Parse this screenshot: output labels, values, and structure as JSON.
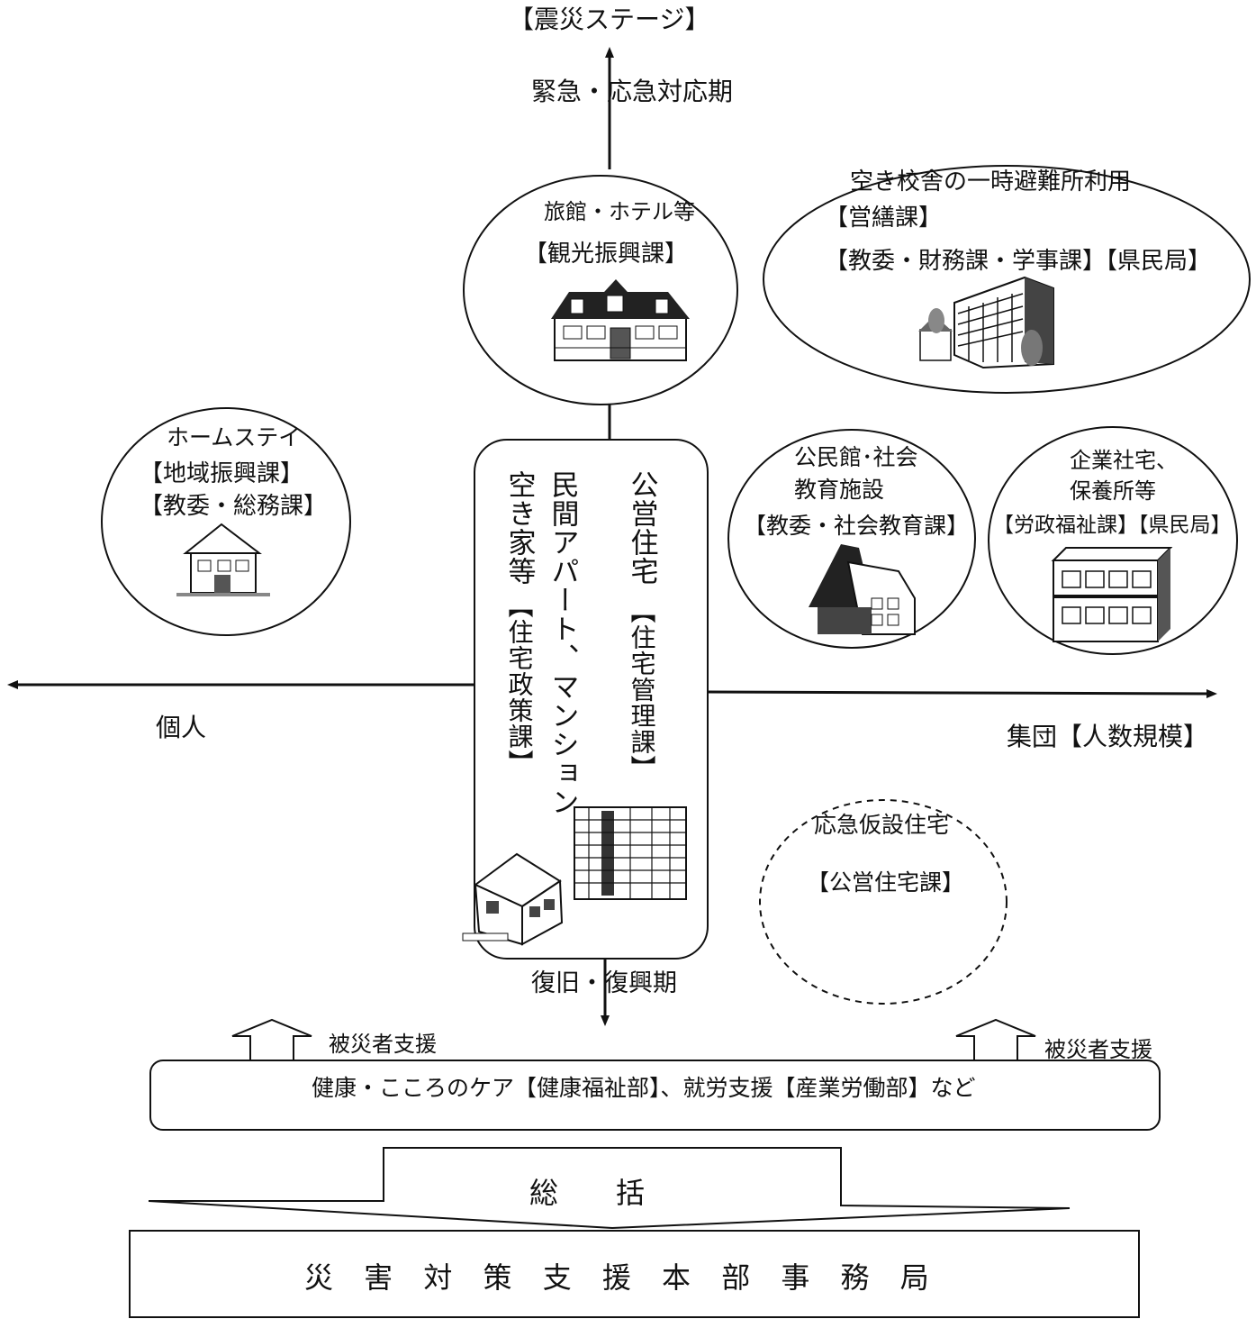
{
  "axes": {
    "top_label": "【震災ステージ】",
    "top_phase": "緊急・応急対応期",
    "bottom_phase": "復旧・復興期",
    "left_label": "個人",
    "right_label": "集団【人数規模】"
  },
  "nodes": {
    "ryokan": {
      "name": "旅館・ホテル等",
      "dept": "【観光振興課】",
      "icon": "hotel-icon"
    },
    "school": {
      "name": "空き校舎の一時避難所利用",
      "dept1": "【営繕課】",
      "dept2": "【教委・財務課・学事課】【県民局】",
      "icon": "school-building-icon"
    },
    "homestay": {
      "name": "ホームステイ",
      "dept1": "【地域振興課】",
      "dept2": "【教委・総務課】",
      "icon": "house-icon"
    },
    "center": {
      "public_housing": "公営住宅",
      "public_housing_dept": "【住宅管理課】",
      "private_line1": "民間アパート、マンション",
      "private_line2": "空き家等",
      "private_dept": "【住宅政策課】",
      "icons": [
        "apartment-building-icon",
        "house-icon"
      ]
    },
    "kominkan": {
      "line1": "公民館･社会",
      "line2": "教育施設",
      "dept": "【教委・社会教育課】",
      "icon": "hall-icon"
    },
    "company": {
      "line1": "企業社宅、",
      "line2": "保養所等",
      "dept": "【労政福祉課】【県民局】",
      "icon": "dormitory-icon"
    },
    "temporary": {
      "name": "応急仮設住宅",
      "dept": "【公営住宅課】"
    }
  },
  "support": {
    "left_label": "被災者支援",
    "right_label": "被災者支援",
    "bar_text": "健康・こころのケア【健康福祉部】、就労支援【産業労働部】など"
  },
  "overall": {
    "label": "総　　括"
  },
  "hq": {
    "label": "災 害 対 策 支 援 本 部 事 務 局"
  }
}
